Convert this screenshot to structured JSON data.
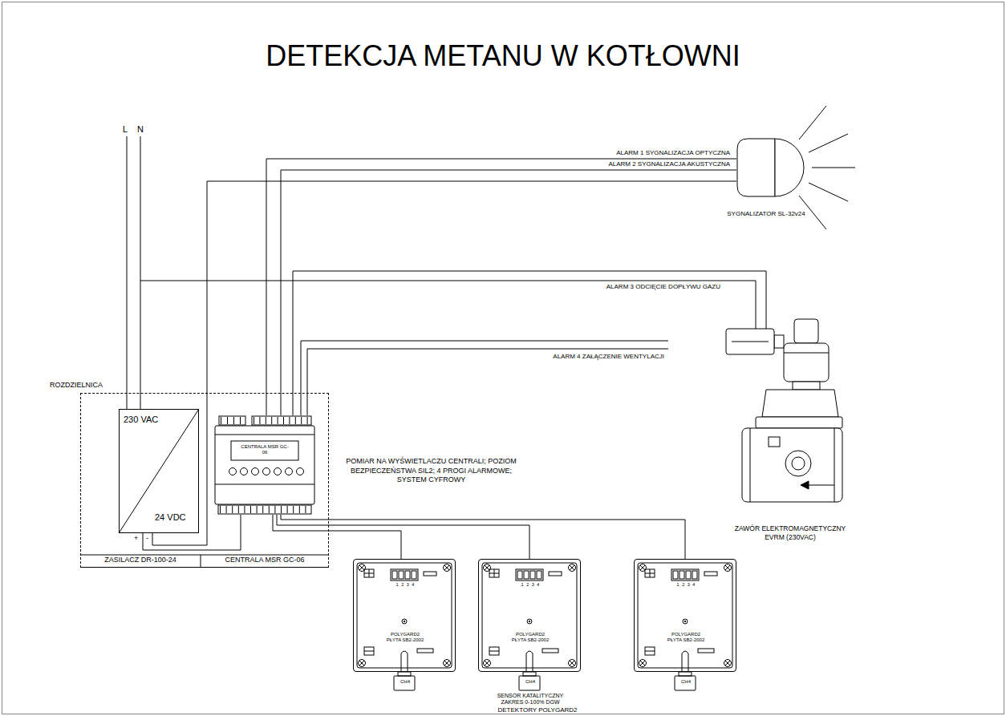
{
  "diagram": {
    "title": "DETEKCJA METANU W KOTŁOWNI",
    "nodes": [
      {
        "text": [
          "SYGNALIZATOR SL-32v24"
        ]
      },
      {
        "text": [
          "ZAWÓR ELEKTROMAGNETYCZNY EVRM (230VAC)"
        ]
      },
      {
        "text": [
          "ROZDZIELNICA"
        ]
      },
      {
        "text": [
          "230 VAC",
          "24 VDC",
          "ZASILACZ DR-100-24"
        ],
        "in": 2
      },
      {
        "text": [
          "CENTRALA MSR GC-06",
          "CENTRALA MSR GC-06"
        ],
        "in": 2
      },
      {
        "text": [
          "1 2 3 4",
          "POLYGARD2 PŁYTA SB2-2002",
          "CH4"
        ]
      },
      {
        "text": [
          "1 2 3 4",
          "POLYGARD2 PŁYTA SB2-2002",
          "CH4",
          "SENSOR KATALITYCZNY ZAKRES 0-100% DGW"
        ]
      },
      {
        "text": [
          "1 2 3 4",
          "POLYGARD2 PŁYTA SB2-2002",
          "CH4"
        ]
      }
    ],
    "edges": [
      {
        "from": 4,
        "to": 0,
        "label": "ALARM 1 SYGNALIZACJA OPTYCZNA",
        "arrow": "none"
      },
      {
        "from": 4,
        "to": 0,
        "label": "ALARM 2 SYGNALIZACJA AKUSTYCZNA",
        "arrow": "none"
      },
      {
        "from": 3,
        "to": 0,
        "arrow": "none"
      },
      {
        "from": 4,
        "to": 1,
        "label": "ALARM 3 ODCIĘCIE DOPŁYWU GAZU",
        "arrow": "none"
      },
      {
        "from": 3,
        "to": 4,
        "arrow": "none"
      },
      {
        "from": 4,
        "to": 5,
        "arrow": "none"
      },
      {
        "from": 4,
        "to": 6,
        "arrow": "none"
      },
      {
        "from": 4,
        "to": 7,
        "arrow": "none"
      }
    ],
    "labels": [
      "L",
      "N",
      "+",
      "-",
      "ALARM 4 ZAŁĄCZENIE WENTYLACJI",
      "POMIAR NA WYŚWIETLACZU CENTRALI; POZIOM BEZPIECZEŃSTWA SIL2; 4 PROGI ALARMOWE; SYSTEM CYFROWY",
      "DETEKTORY POLYGARD2"
    ]
  }
}
